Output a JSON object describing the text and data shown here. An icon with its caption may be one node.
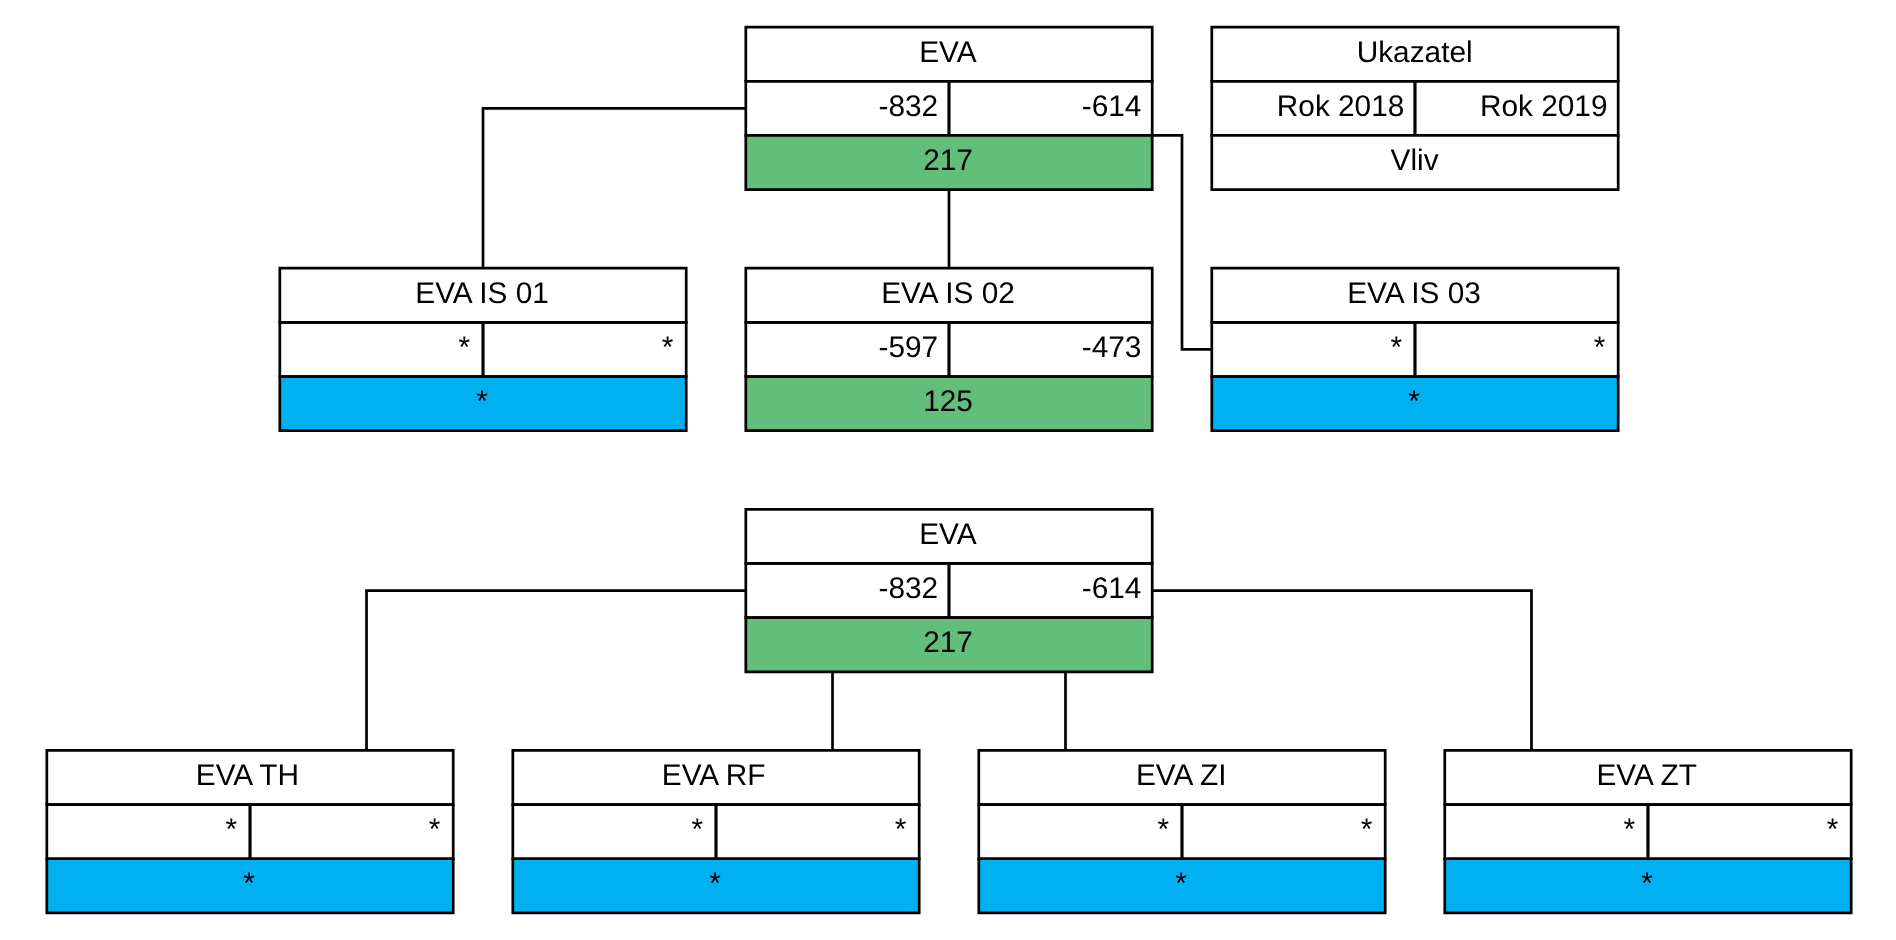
{
  "diagram": {
    "nodes": [
      {
        "text": [
          "EVA",
          "-832",
          "-614",
          "217"
        ]
      },
      {
        "text": [
          "EVA IS 01",
          "*",
          "*",
          "*"
        ]
      },
      {
        "text": [
          "EVA IS 02",
          "-597",
          "-473",
          "125"
        ]
      },
      {
        "text": [
          "EVA IS 03",
          "*",
          "*",
          "*"
        ]
      },
      {
        "text": [
          "EVA",
          "-832",
          "-614",
          "217"
        ]
      },
      {
        "text": [
          "EVA TH",
          "*",
          "*",
          "*"
        ]
      },
      {
        "text": [
          "EVA RF",
          "*",
          "*",
          "*"
        ]
      },
      {
        "text": [
          "EVA ZI",
          "*",
          "*",
          "*"
        ]
      },
      {
        "text": [
          "EVA ZT",
          "*",
          "*",
          "*"
        ]
      },
      {
        "text": [
          "Ukazatel",
          "Rok 2018",
          "Rok 2019",
          "Vliv"
        ]
      }
    ],
    "edges": [
      {
        "from": 0,
        "to": 1,
        "arrow": "none"
      },
      {
        "from": 0,
        "to": 2,
        "arrow": "none"
      },
      {
        "from": 0,
        "to": 3,
        "arrow": "none"
      },
      {
        "from": 4,
        "to": 5,
        "arrow": "none"
      },
      {
        "from": 4,
        "to": 6,
        "arrow": "none"
      },
      {
        "from": 4,
        "to": 7,
        "arrow": "none"
      },
      {
        "from": 4,
        "to": 8,
        "arrow": "none"
      }
    ]
  }
}
